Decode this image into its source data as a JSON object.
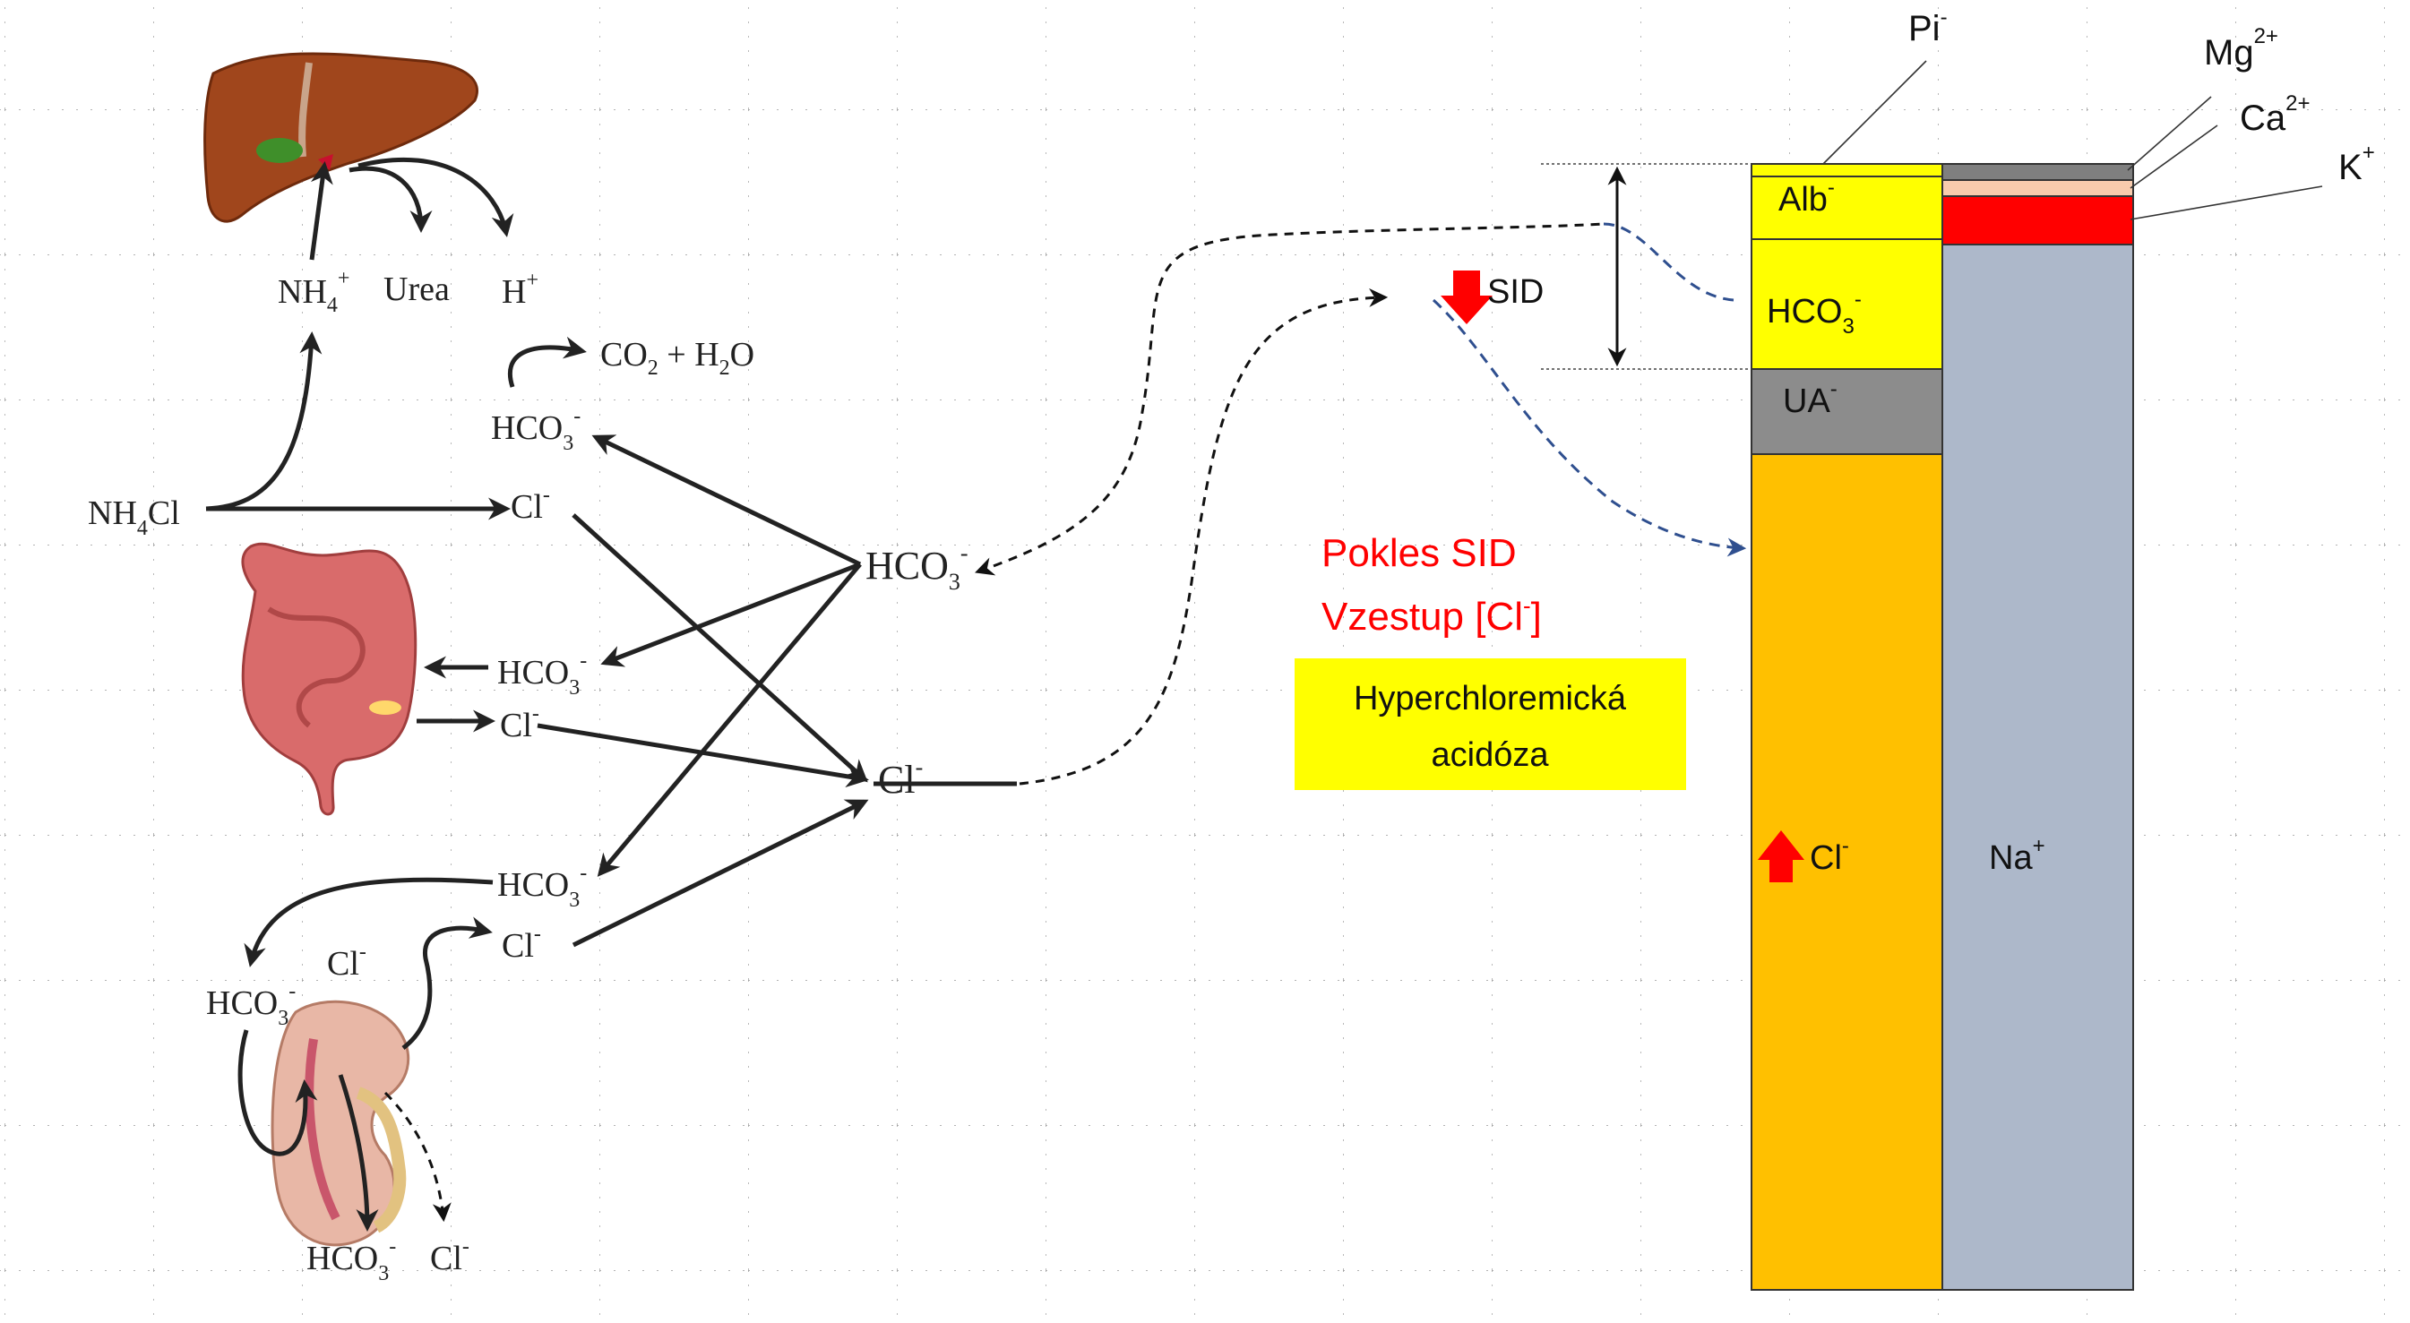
{
  "organs": {
    "liver": "liver",
    "intestine": "intestine",
    "kidney": "kidney"
  },
  "left_labels": {
    "nh4": "NH",
    "nh4_sub": "4",
    "nh4_sup": "+",
    "urea": "Urea",
    "h": "H",
    "h_sup": "+",
    "co2": "CO",
    "co2_sub": "2",
    "co2_plus": " + H",
    "h2o_sub": "2",
    "h2o_o": "O",
    "hco3": "HCO",
    "hco3_sub": "3",
    "hco3_sup": "-",
    "nh4cl": "NH",
    "nh4cl_sub": "4",
    "nh4cl_cl": "Cl",
    "cl": "Cl",
    "cl_sup": "-"
  },
  "middle": {
    "sid": "SID",
    "pokles": "Pokles SID",
    "vzestup_pre": "Vzestup [Cl",
    "vzestup_sup": "-",
    "vzestup_post": "]",
    "box_line1": "Hyperchloremická",
    "box_line2": "acidóza"
  },
  "gamblegram": {
    "pi": "Pi",
    "pi_sup": "-",
    "mg": "Mg",
    "mg_sup": "2+",
    "ca": "Ca",
    "ca_sup": "2+",
    "k": "K",
    "k_sup": "+",
    "alb": "Alb",
    "alb_sup": "-",
    "hco3": "HCO",
    "hco3_sub": "3",
    "hco3_sup": "-",
    "ua": "UA",
    "ua_sup": "-",
    "cl": "Cl",
    "cl_sup": "-",
    "na": "Na",
    "na_sup": "+"
  },
  "colors": {
    "pi": "#ffff00",
    "alb": "#ffff00",
    "hco3": "#ffff00",
    "ua": "#8c8c8c",
    "cl": "#ffc000",
    "na": "#adb8ca",
    "mg": "#7f7f7f",
    "ca": "#f8cbad",
    "k": "#ff0000",
    "highlight": "#ffff00",
    "accent_red": "#ff0000"
  }
}
